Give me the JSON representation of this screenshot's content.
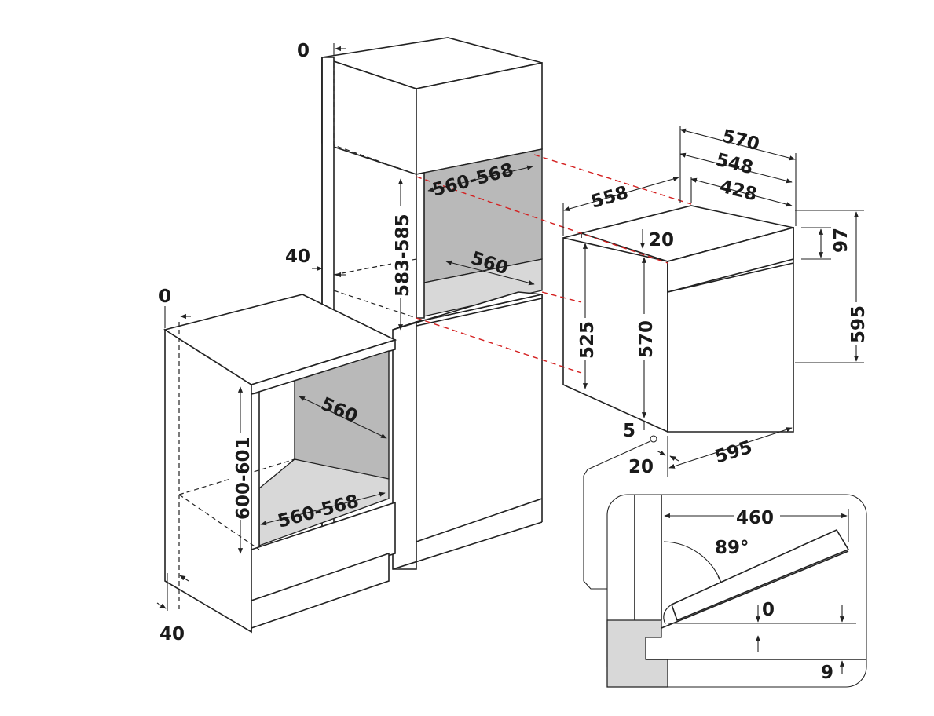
{
  "colors": {
    "background": "#ffffff",
    "lines": "#222222",
    "cavity": "#b9b9b9",
    "alignment_lines": "#d42020"
  },
  "dimensions": {
    "tall_cabinet": {
      "top_offset": "0",
      "side_offset": "40",
      "niche_width": "560-568",
      "niche_height": "583-585",
      "niche_depth": "560"
    },
    "base_cabinet": {
      "top_offset": "0",
      "bottom_offset": "40",
      "niche_depth": "560",
      "niche_width": "560-568",
      "niche_height": "600-601"
    },
    "oven": {
      "overall_depth": "570",
      "body_depth": "548",
      "top_depth": "428",
      "side_depth": "558",
      "top_gap": "20",
      "panel_height": "97",
      "overall_height": "595",
      "side_height": "525",
      "body_height": "570",
      "width": "595",
      "front_gap": "5",
      "front_offset": "20"
    },
    "door_detail": {
      "door_length": "460",
      "opening_angle": "89°",
      "clearance_top": "0",
      "clearance_bottom": "9"
    }
  }
}
